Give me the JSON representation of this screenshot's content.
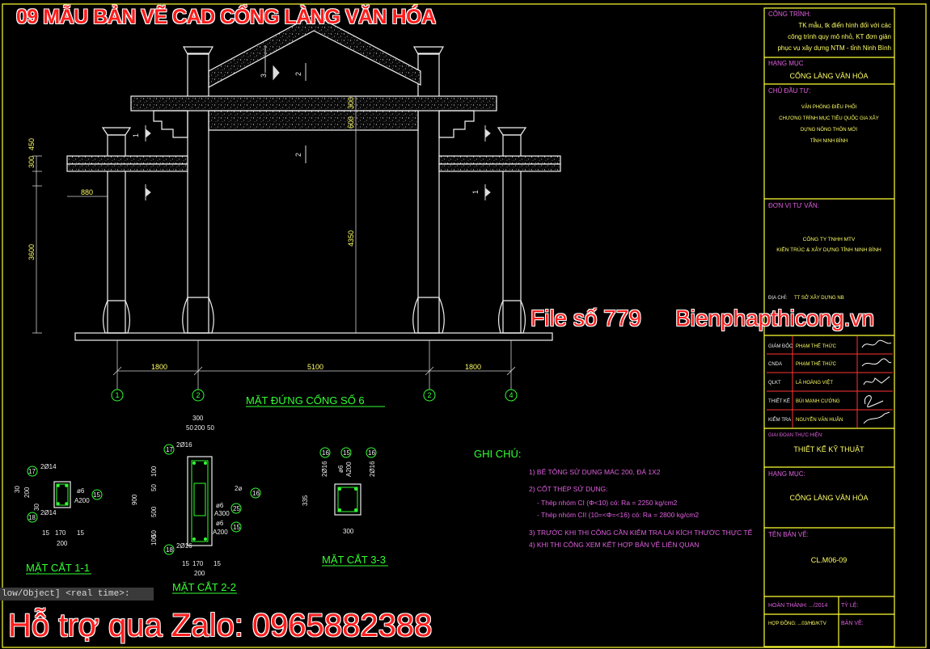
{
  "overlay": {
    "title": "09 MẪU BẢN VẼ CAD CỔNG LÀNG VĂN HÓA",
    "file_no": "File số 779",
    "site": "Bienphapthicong.vn",
    "zalo": "Hỗ trợ qua Zalo: 0965882388"
  },
  "command_line": "low/Object] <real time>:",
  "elevation": {
    "title": "MẶT ĐỨNG CỔNG SỐ 6",
    "dims_bottom": [
      "1800",
      "5100",
      "1800"
    ],
    "grid_labels": [
      "1",
      "2",
      "2",
      "4"
    ],
    "dims_left": [
      "450",
      "300",
      "880",
      "3600"
    ],
    "dims_center": [
      "300",
      "600",
      "4350"
    ],
    "section_marks": [
      "3",
      "2",
      "2",
      "1",
      "1"
    ]
  },
  "sections": {
    "s11": {
      "title": "MẶT CẮT 1-1",
      "rebar_top": "2Ø14",
      "rebar_bot": "2Ø14",
      "stirrup": "ø6",
      "spacing": "A200",
      "mark_top": "17",
      "mark_bot": "18",
      "mark_side": "15",
      "dim_a": "30",
      "dim_b": "200",
      "dim_c": "30",
      "dim_w1": "15",
      "dim_w2": "170",
      "dim_w3": "15",
      "dim_total": "200"
    },
    "s22": {
      "title": "MẶT CẮT 2-2",
      "dims_top": [
        "50",
        "200",
        "50"
      ],
      "dim_total": "300",
      "rebar_top": "2Ø16",
      "rebar_bot": "2Ø16",
      "stirrup1": "ø6",
      "spacing1": "A300",
      "stirrup2": "ø6",
      "spacing2": "A200",
      "rebar_side": "2ø",
      "dims_left": [
        "100",
        "50",
        "900",
        "500",
        "50",
        "100"
      ],
      "marks": [
        "17",
        "16",
        "25",
        "15",
        "18"
      ],
      "dims_bottom": [
        "15",
        "170",
        "15"
      ],
      "dim_bottom_total": "200"
    },
    "s33": {
      "title": "MẶT CẮT 3-3",
      "marks": [
        "16",
        "15",
        "16"
      ],
      "rebar_l": "2Ø16",
      "rebar_r": "2Ø16",
      "stirrup": "ø6",
      "spacing": "A200",
      "dim_h": "335",
      "dim_w": "300"
    }
  },
  "notes": {
    "heading": "GHI CHÚ:",
    "items": [
      "1) BÊ TÔNG SỬ DỤNG MÁC 200, ĐÁ 1X2",
      "2) CỐT THÉP SỬ DỤNG:",
      "- Thép nhóm CI (Φ<10) có: Ra = 2250 kg/cm2",
      "- Thép nhóm CII (10=<Φ=<16) có: Ra = 2800 kg/cm2",
      "3) TRƯỚC KHI THI CÔNG CẦN KIỂM TRA LẠI KÍCH THƯỚC THỰC TẾ",
      "4) KHI THI CÔNG XEM KẾT HỢP BẢN VẼ LIÊN QUAN"
    ]
  },
  "title_block": {
    "cong_trinh_label": "CÔNG TRÌNH:",
    "cong_trinh_lines": [
      "TK mẫu, tk điển hình đối với các",
      "công trình quy mô nhỏ, KT đơn giản",
      "phục vụ xây dựng NTM - tỉnh Ninh Bình"
    ],
    "hang_muc_label": "HẠNG MỤC",
    "hang_muc_value": "CỔNG LÀNG VĂN HÓA",
    "chu_dau_tu_label": "CHỦ ĐẦU TƯ:",
    "chu_dau_tu_lines": [
      "VĂN PHÒNG ĐIỀU PHỐI",
      "CHƯƠNG TRÌNH MỤC TIÊU QUỐC GIA XÂY",
      "DỰNG NÔNG THÔN MỚI",
      "TỈNH NINH BÌNH"
    ],
    "don_vi_label": "ĐƠN VỊ TƯ VẤN:",
    "don_vi_lines": [
      "CÔNG TY TNHH MTV",
      "KIẾN TRÚC & XÂY DỰNG TỈNH NINH BÌNH"
    ],
    "dia_chi_label": "ĐỊA CHỈ:",
    "dia_chi_value": "TT SỞ XÂY DỰNG NB",
    "sig_rows": [
      {
        "role": "GIÁM ĐỐC",
        "name": "PHẠM THẾ THỨC"
      },
      {
        "role": "CNDA",
        "name": "PHẠM THẾ THỨC"
      },
      {
        "role": "QLKT",
        "name": "LÃ HOÀNG VIỆT"
      },
      {
        "role": "THIẾT KẾ",
        "name": "BÙI MẠNH CƯỜNG"
      },
      {
        "role": "KIỂM TRA",
        "name": "NGUYỄN VĂN HUÂN"
      }
    ],
    "giai_doan_label": "GIAI ĐOẠN THỰC HIỆN:",
    "giai_doan_value": "THIẾT KẾ KỸ THUẬT",
    "hang_muc2_label": "HẠNG MỤC:",
    "hang_muc2_value": "CỔNG LÀNG VĂN HÓA",
    "ten_ban_ve_label": "TÊN BẢN VẼ:",
    "ten_ban_ve_value": "CL.M06-09",
    "hoan_thanh": "HOÀN THÀNH: .../2014",
    "ty_le": "TỶ LỆ:",
    "hop_dong": "HỢP ĐỒNG: ...03/HĐ/KTV",
    "ban_ve": "BẢN VẼ:"
  }
}
